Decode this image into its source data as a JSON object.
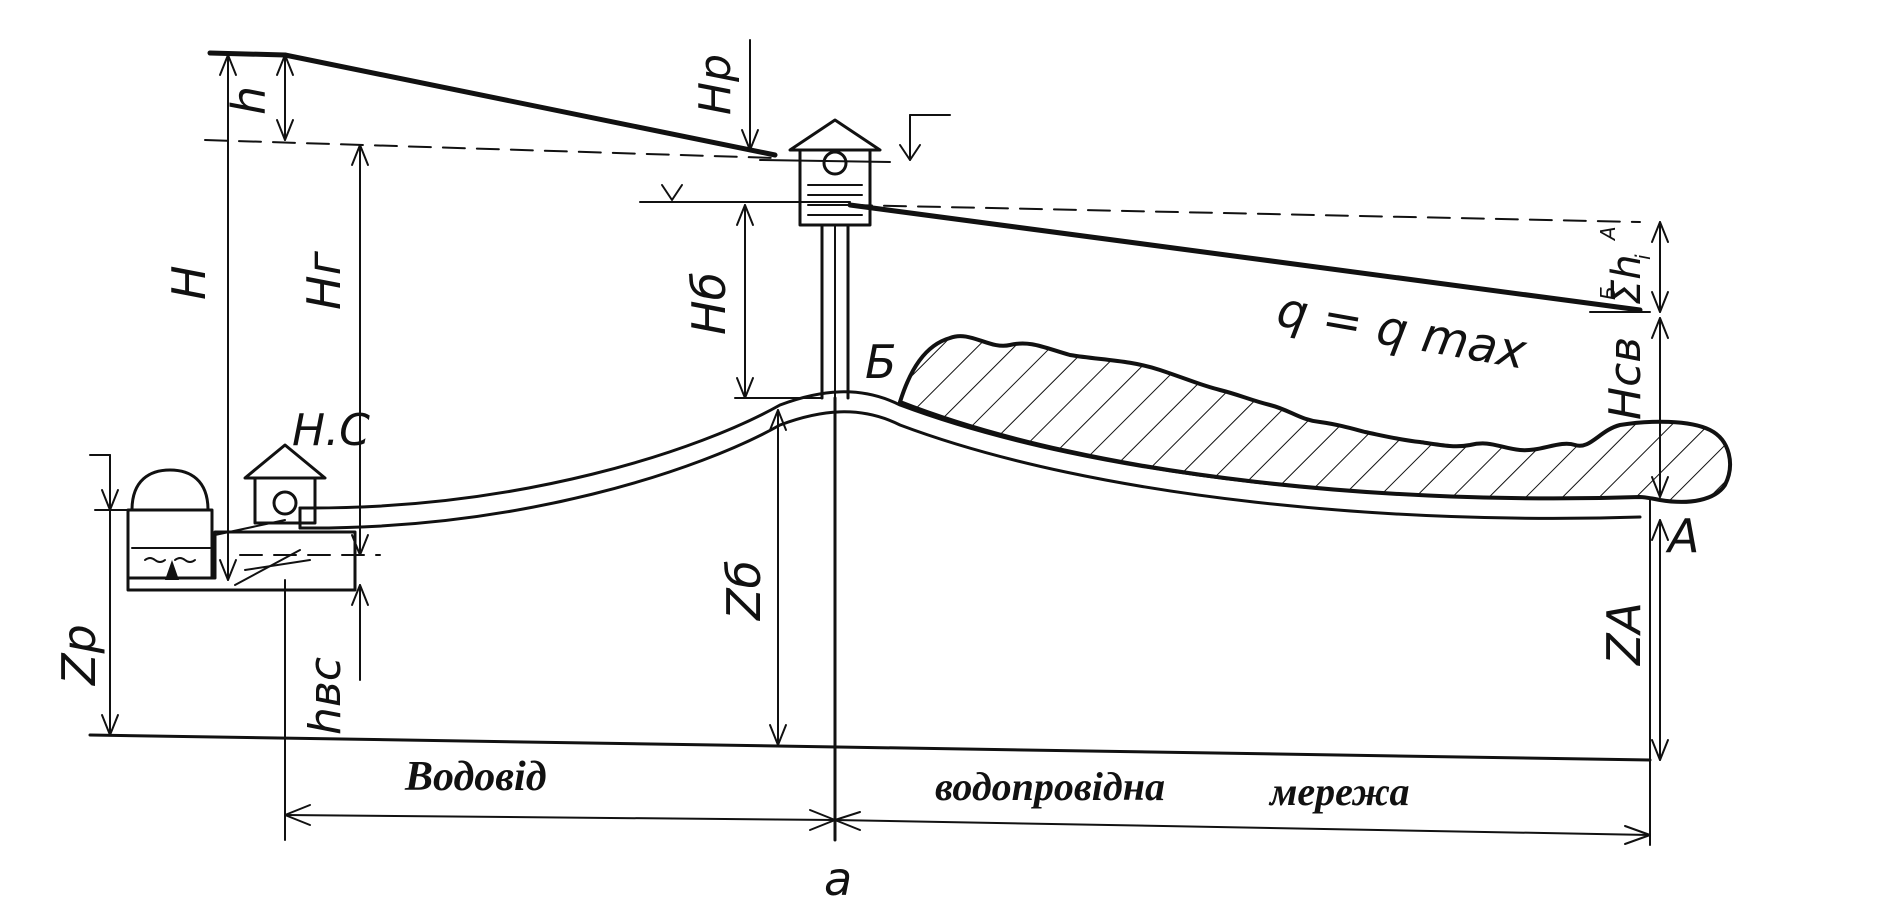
{
  "labels": {
    "H": "H",
    "h": "h",
    "Hg": "Hг",
    "Hp": "Hр",
    "Hb": "Hб",
    "sum_h_main": "Σh",
    "sum_h_sub": "i",
    "sum_h_top": "А",
    "sum_h_bottom": "Б",
    "q_formula": "q = q max",
    "Hsv": "Hсв",
    "NS": "Н.С",
    "point_B": "Б",
    "point_A": "А",
    "Zp": "Zр",
    "Zb": "Zб",
    "ZA": "ZА",
    "hvs": "hвс",
    "section_a": "a",
    "vodovid": "Водовід",
    "vodoprovidna": "водопровідна",
    "merezha": "мережа"
  }
}
